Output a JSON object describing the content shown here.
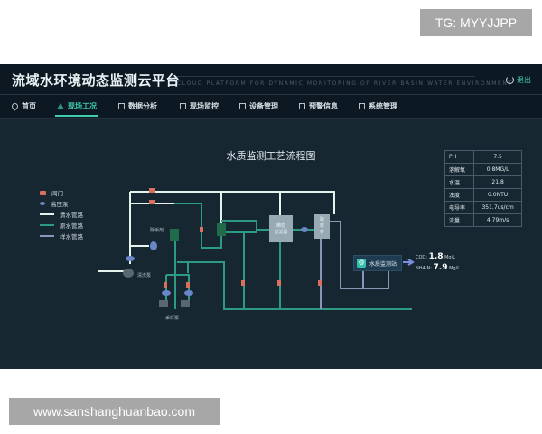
{
  "watermarks": {
    "top": "TG: MYYJJPP",
    "bottom": "www.sanshanghuanbao.com"
  },
  "header": {
    "title": "流域水环境动态监测云平台",
    "subtitle": "CLOUD PLATFORM FOR DYNAMIC MONITORING OF RIVER BASIN WATER ENVIRONMENT",
    "logout_label": "退出",
    "logout_icon": "power-icon"
  },
  "nav": {
    "items": [
      {
        "label": "首页",
        "icon": "location-pin-icon",
        "active": false
      },
      {
        "label": "现场工况",
        "icon": "network-icon",
        "active": true
      },
      {
        "label": "数据分析",
        "icon": "monitor-icon",
        "active": false
      },
      {
        "label": "现场监控",
        "icon": "video-icon",
        "active": false
      },
      {
        "label": "设备管理",
        "icon": "device-icon",
        "active": false
      },
      {
        "label": "预警信息",
        "icon": "alert-icon",
        "active": false
      },
      {
        "label": "系统管理",
        "icon": "home-settings-icon",
        "active": false
      }
    ]
  },
  "diagram": {
    "title": "水质监测工艺流程图",
    "legend": [
      {
        "label": "阀门",
        "type": "valve",
        "color": "#d9705d"
      },
      {
        "label": "高压泵",
        "type": "pump",
        "color": "#6a86c9"
      },
      {
        "label": "清水管路",
        "type": "line",
        "color": "#e6f2ec"
      },
      {
        "label": "原水管路",
        "type": "line",
        "color": "#2d9a82"
      },
      {
        "label": "样水管路",
        "type": "line",
        "color": "#8a96b8"
      }
    ],
    "labels": {
      "dosing": "除垢剂",
      "clean_pump": "清洗泵",
      "sample_pump": "采样泵",
      "filter": [
        "精密",
        "过滤器"
      ],
      "sampling_cup": [
        "取",
        "样",
        "杯"
      ]
    },
    "station": {
      "label": "水质监测站",
      "icon": "gear-icon"
    },
    "results": [
      {
        "name": "COD:",
        "value": "1.8",
        "unit": "Mg/L"
      },
      {
        "name": "NH4-N:",
        "value": "7.9",
        "unit": "Mg/L"
      }
    ]
  },
  "parameters": [
    {
      "name": "PH",
      "value": "7.5"
    },
    {
      "name": "溶解氧",
      "value": "0.8MG/L"
    },
    {
      "name": "水温",
      "value": "21.8"
    },
    {
      "name": "浊度",
      "value": "0.0NTU"
    },
    {
      "name": "电导率",
      "value": "351.7us/cm"
    },
    {
      "name": "流量",
      "value": "4.79m/s"
    }
  ],
  "colors": {
    "background": "#172732",
    "header_bg": "#0d1922",
    "accent": "#3fcfae",
    "clean_water": "#e6f2ec",
    "raw_water": "#2d9a82",
    "sample_water": "#8a96b8",
    "valve": "#d9705d",
    "pump": "#6a86c9"
  }
}
